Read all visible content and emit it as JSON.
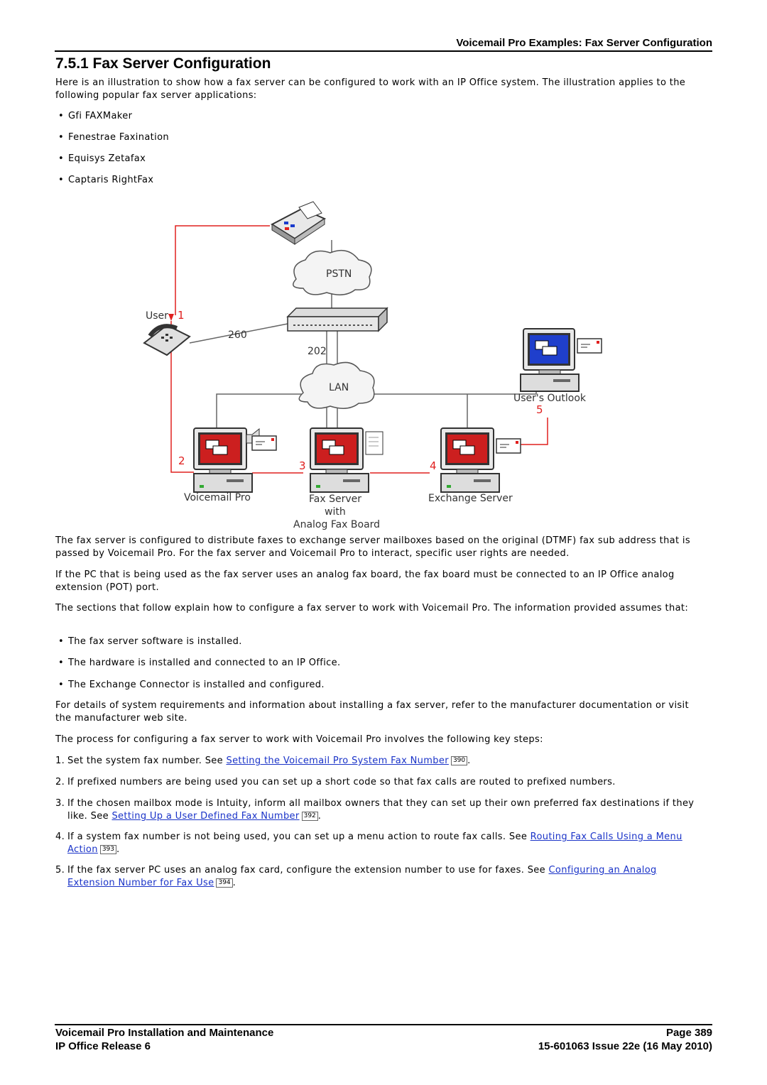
{
  "header": {
    "title": "Voicemail Pro Examples: Fax Server Configuration"
  },
  "page_title": "7.5.1 Fax Server Configuration",
  "intro": "Here is an illustration to show how a fax server can be configured to work with an IP Office system. The illustration applies to the following popular fax server applications:",
  "applications": [
    "Gfi FAXMaker",
    "Fenestrae Faxination",
    "Equisys Zetafax",
    "Captaris RightFax"
  ],
  "diagram": {
    "pstn": "PSTN",
    "lan": "LAN",
    "user": "User",
    "ext_260": "260",
    "ext_202": "202",
    "voicemail_pro": "Voicemail Pro",
    "fax_server_line1": "Fax Server",
    "fax_server_line2": "with",
    "fax_server_line3": "Analog Fax Board",
    "exchange_server": "Exchange Server",
    "users_outlook": "User's Outlook",
    "n1": "1",
    "n2": "2",
    "n3": "3",
    "n4": "4",
    "n5": "5",
    "line_color": "#e0201f"
  },
  "para1": "The fax server is configured to distribute faxes to exchange server mailboxes based on the original (DTMF) fax sub address that is passed by Voicemail Pro. For the fax server and Voicemail Pro to interact, specific user rights are needed.",
  "para2": "If the PC that is being used as the fax server uses an analog fax board, the fax board must be connected to an IP Office analog extension (POT) port.",
  "para3": "The sections that follow explain how to configure a fax server to work with Voicemail Pro. The information provided assumes that:",
  "assumptions": [
    "The fax server software is installed.",
    "The hardware is installed and connected to an IP Office.",
    "The Exchange Connector is installed and configured."
  ],
  "para4": "For details of system requirements and information about installing a fax server, refer to the manufacturer documentation or visit the manufacturer web site.",
  "para5": "The process for configuring a fax server to work with Voicemail Pro involves the following key steps:",
  "steps": [
    {
      "num": "1.",
      "pre": "Set the system fax number. See ",
      "link": "Setting the Voicemail Pro System Fax Number",
      "page": "390",
      "post": "."
    },
    {
      "num": "2.",
      "pre": "If prefixed numbers are being used you can set up a short code so that fax calls are routed to prefixed numbers.",
      "link": "",
      "page": "",
      "post": ""
    },
    {
      "num": "3.",
      "pre": "If the chosen mailbox mode is Intuity, inform all mailbox owners that they can set up their own preferred fax destinations if they like. See ",
      "link": "Setting Up a User Defined Fax Number",
      "page": "392",
      "post": "."
    },
    {
      "num": "4.",
      "pre": "If a system fax number is not being used, you can set up a menu action to route fax calls. See ",
      "link": "Routing Fax Calls Using a Menu Action",
      "page": "393",
      "post": "."
    },
    {
      "num": "5.",
      "pre": "If the fax server PC uses an analog fax card, configure the extension number to use for faxes. See ",
      "link": "Configuring an Analog Extension Number for Fax Use",
      "page": "394",
      "post": "."
    }
  ],
  "footer": {
    "left1": "Voicemail Pro Installation and Maintenance",
    "left2": "IP Office Release 6",
    "right1": "Page 389",
    "right2": "15-601063 Issue 22e (16 May 2010)"
  }
}
